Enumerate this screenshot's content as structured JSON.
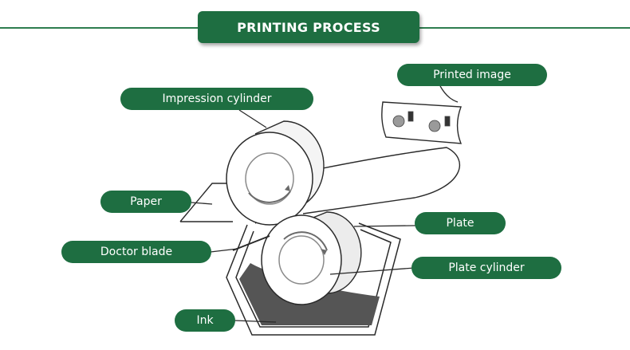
{
  "title": "PRINTING PROCESS",
  "labels": {
    "printed_image": "Printed image",
    "impression_cylinder": "Impression cylinder",
    "paper": "Paper",
    "plate": "Plate",
    "doctor_blade": "Doctor blade",
    "plate_cylinder": "Plate cylinder",
    "ink": "Ink"
  },
  "colors": {
    "accent_green": "#1e6e41",
    "label_text": "#ffffff",
    "ink": "#555555"
  }
}
